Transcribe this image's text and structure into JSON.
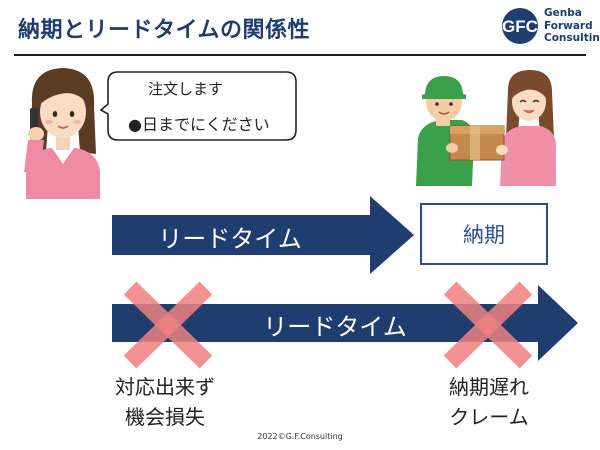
{
  "header": {
    "title": "納期とリードタイムの関係性",
    "logo_mark": "GFC",
    "logo_lines": [
      "Genba",
      "Forward",
      "Consulting"
    ]
  },
  "customer": {
    "speech_line1": "注文します",
    "speech_line2": "●日までにください"
  },
  "lead_time_row": {
    "arrow_label": "リードタイム",
    "box_label": "納期"
  },
  "long_lead_row": {
    "arrow_label": "リードタイム",
    "left_caption_line1": "対応出来ず",
    "left_caption_line2": "機会損失",
    "right_caption_line1": "納期遅れ",
    "right_caption_line2": "クレーム"
  },
  "footer": {
    "copyright": "2022©G.F.Consulting"
  },
  "colors": {
    "arrow": "#1f3d6e",
    "cross": "#f08080",
    "title": "#1f3d6e"
  }
}
